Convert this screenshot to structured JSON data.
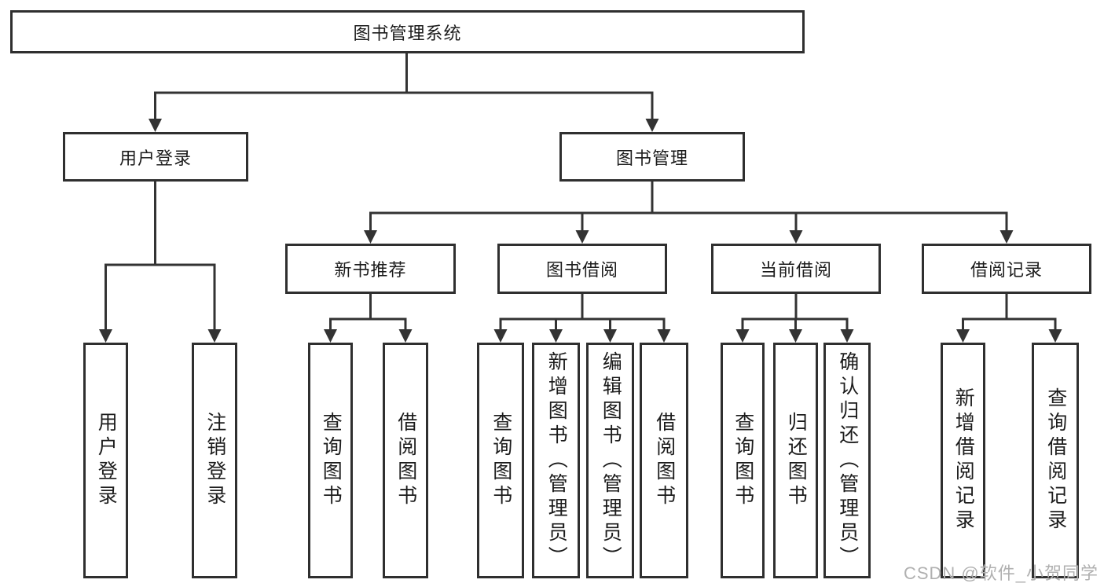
{
  "tree": {
    "root": {
      "label": "图书管理系统"
    },
    "branches": [
      {
        "label": "用户登录",
        "children": [
          {
            "label": "用户登录"
          },
          {
            "label": "注销登录"
          }
        ]
      },
      {
        "label": "图书管理",
        "children": [
          {
            "label": "新书推荐",
            "children": [
              {
                "label": "查询图书"
              },
              {
                "label": "借阅图书"
              }
            ]
          },
          {
            "label": "图书借阅",
            "children": [
              {
                "label": "查询图书"
              },
              {
                "label": "新增图书（管理员）"
              },
              {
                "label": "编辑图书（管理员）"
              },
              {
                "label": "借阅图书"
              }
            ]
          },
          {
            "label": "当前借阅",
            "children": [
              {
                "label": "查询图书"
              },
              {
                "label": "归还图书"
              },
              {
                "label": "确认归还（管理员）"
              }
            ]
          },
          {
            "label": "借阅记录",
            "children": [
              {
                "label": "新增借阅记录"
              },
              {
                "label": "查询借阅记录"
              }
            ]
          }
        ]
      }
    ]
  },
  "watermark": {
    "text": "CSDN @软件_小贺同学"
  },
  "colors": {
    "line": "#333333",
    "border": "#2f2f2f",
    "bg": "#ffffff",
    "text": "#1c1c1c",
    "wm": "#b0b0b0"
  }
}
